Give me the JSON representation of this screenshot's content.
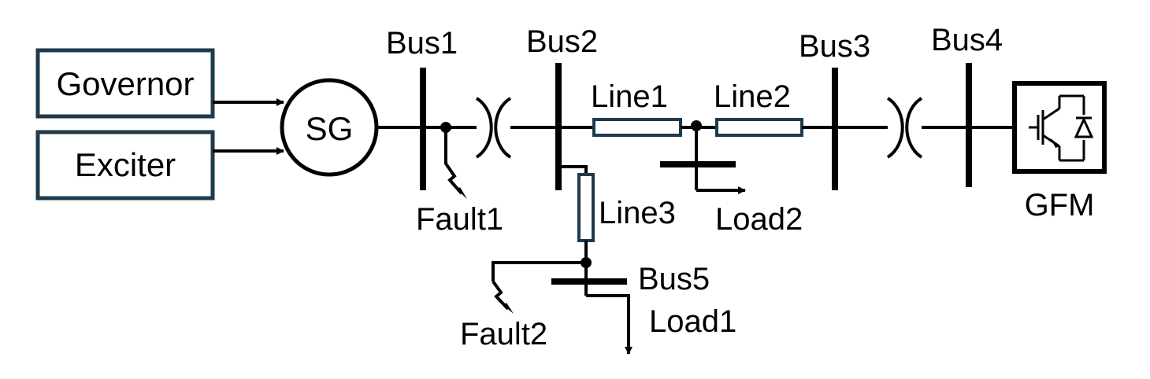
{
  "blocks": {
    "governor": "Governor",
    "exciter": "Exciter",
    "sg": "SG",
    "gfm": "GFM"
  },
  "buses": {
    "bus1": "Bus1",
    "bus2": "Bus2",
    "bus3": "Bus3",
    "bus4": "Bus4",
    "bus5": "Bus5"
  },
  "lines": {
    "line1": "Line1",
    "line2": "Line2",
    "line3": "Line3"
  },
  "loads": {
    "load1": "Load1",
    "load2": "Load2"
  },
  "faults": {
    "fault1": "Fault1",
    "fault2": "Fault2"
  }
}
